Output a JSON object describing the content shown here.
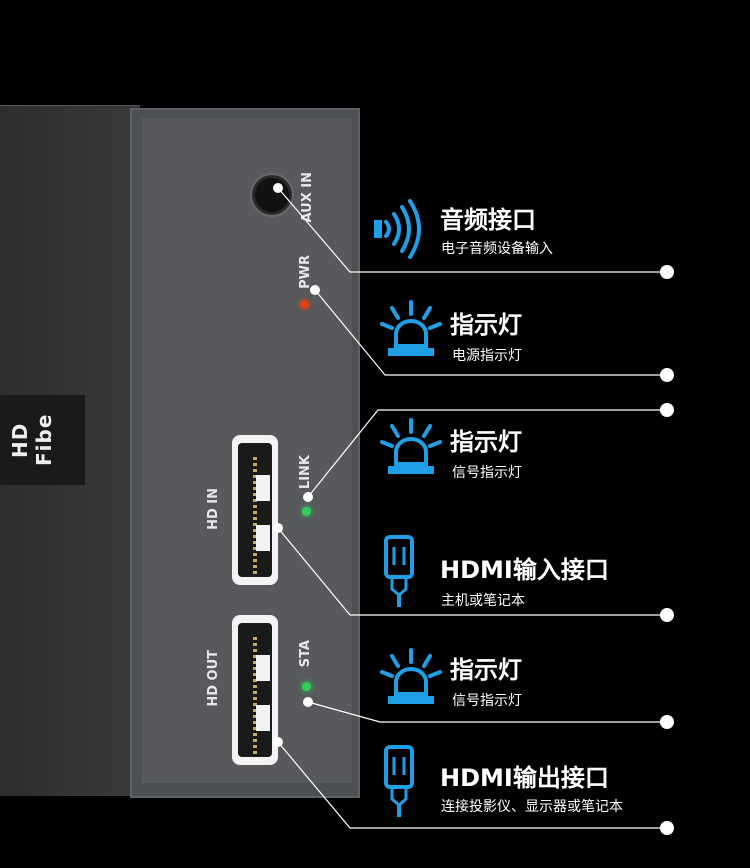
{
  "device": {
    "side_text": "HD Fibe",
    "port_labels": {
      "aux": "AUX IN",
      "pwr": "PWR",
      "link": "LINK",
      "hd_in": "HD IN",
      "sta": "STA",
      "hd_out": "HD OUT"
    }
  },
  "features": [
    {
      "title": "音频接口",
      "subtitle": "电子音频设备输入",
      "icon": "audio-wave-icon"
    },
    {
      "title": "指示灯",
      "subtitle": "电源指示灯",
      "icon": "indicator-light-icon"
    },
    {
      "title": "指示灯",
      "subtitle": "信号指示灯",
      "icon": "indicator-light-icon"
    },
    {
      "title": "HDMI输入接口",
      "subtitle": "主机或笔记本",
      "icon": "hdmi-plug-icon"
    },
    {
      "title": "指示灯",
      "subtitle": "信号指示灯",
      "icon": "indicator-light-icon"
    },
    {
      "title": "HDMI输出接口",
      "subtitle": "连接投影仪、显示器或笔记本",
      "icon": "hdmi-plug-icon"
    }
  ],
  "colors": {
    "accent": "#1fa0e6",
    "led_power": "#e0401a",
    "led_signal": "#2fd05a"
  }
}
